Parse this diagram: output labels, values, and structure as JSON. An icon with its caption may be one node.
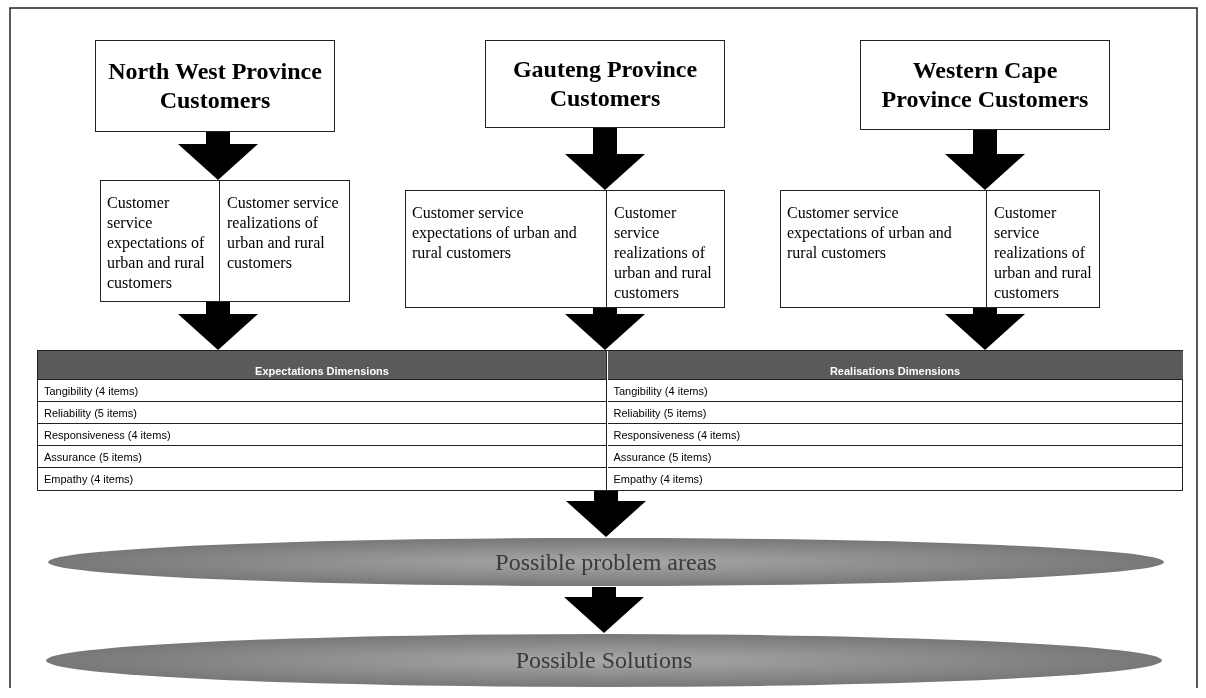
{
  "diagram": {
    "nodes": [
      {
        "text": [
          "North West Province Customers"
        ]
      },
      {
        "text": [
          "Gauteng Province Customers"
        ]
      },
      {
        "text": [
          "Western Cape Province Customers"
        ]
      },
      {
        "text": [
          "Customer service expectations of urban and rural customers",
          "Customer service realizations of urban and rural customers"
        ]
      },
      {
        "text": [
          "Customer service expectations of urban and rural customers",
          "Customer service realizations of urban and rural customers"
        ]
      },
      {
        "text": [
          "Customer service expectations of urban and rural customers",
          "Customer service realizations of urban and rural customers"
        ]
      },
      {
        "text": [
          "Expectations Dimensions",
          "Realisations Dimensions",
          "Tangibility (4 items)",
          "Tangibility (4 items)",
          "Reliability (5 items)",
          "Reliability (5 items)",
          "Responsiveness (4 items)",
          "Responsiveness (4 items)",
          "Assurance (5 items)",
          "Assurance (5 items)",
          "Empathy (4 items)",
          "Empathy (4 items)"
        ]
      },
      {
        "text": [
          "Possible problem areas"
        ]
      },
      {
        "text": [
          "Possible Solutions"
        ]
      }
    ],
    "edges": [
      {
        "from": 0,
        "to": 3,
        "arrow": "to"
      },
      {
        "from": 1,
        "to": 4,
        "arrow": "to"
      },
      {
        "from": 2,
        "to": 5,
        "arrow": "to"
      },
      {
        "from": 3,
        "to": 6,
        "arrow": "to"
      },
      {
        "from": 4,
        "to": 6,
        "arrow": "to"
      },
      {
        "from": 5,
        "to": 6,
        "arrow": "to"
      },
      {
        "from": 6,
        "to": 7,
        "arrow": "to"
      },
      {
        "from": 7,
        "to": 8,
        "arrow": "to"
      }
    ]
  }
}
